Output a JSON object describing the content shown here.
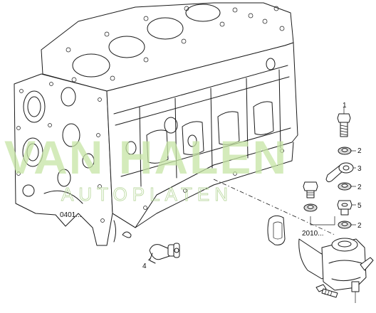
{
  "watermark": {
    "main": "VAN HALEN",
    "sub": "AUTOPLATEN"
  },
  "references": [
    {
      "id": "ref-0401",
      "text": "0401..."
    },
    {
      "id": "ref-2010",
      "text": "2010..."
    }
  ],
  "callouts": [
    {
      "id": "callout-1",
      "text": "1"
    },
    {
      "id": "callout-2a",
      "text": "2"
    },
    {
      "id": "callout-3",
      "text": "3"
    },
    {
      "id": "callout-2b",
      "text": "2"
    },
    {
      "id": "callout-5",
      "text": "5"
    },
    {
      "id": "callout-2c",
      "text": "2"
    },
    {
      "id": "callout-4",
      "text": "4"
    }
  ]
}
